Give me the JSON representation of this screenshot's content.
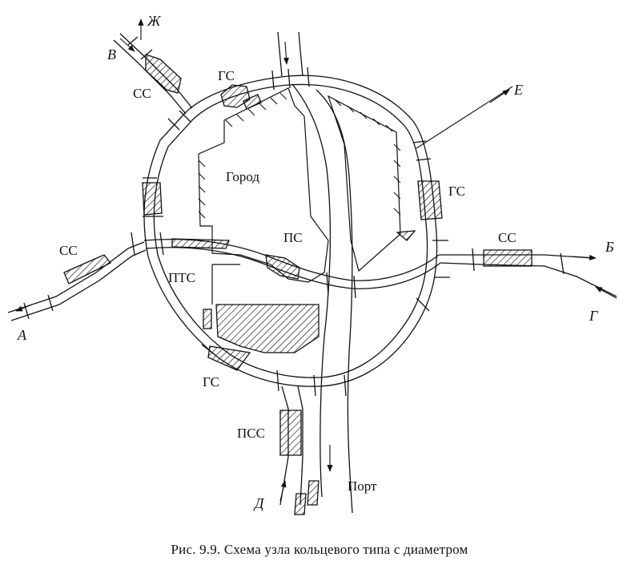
{
  "figure": {
    "caption": "Рис. 9.9. Схема узла кольцевого типа с диаметром"
  },
  "areas": {
    "city": "Город",
    "port": "Порт"
  },
  "stations": {
    "ss_nw": "СС",
    "gs_north": "ГС",
    "ps": "ПС",
    "pts": "ПТС",
    "ss_west": "СС",
    "gs_east": "ГС",
    "ss_east": "СС",
    "gs_south": "ГС",
    "pss": "ПСС"
  },
  "directions": {
    "zh": "Ж",
    "v": "В",
    "e": "Е",
    "b": "Б",
    "g": "Г",
    "a": "А",
    "d": "Д"
  },
  "colors": {
    "ink": "#111111",
    "background": "#ffffff"
  }
}
